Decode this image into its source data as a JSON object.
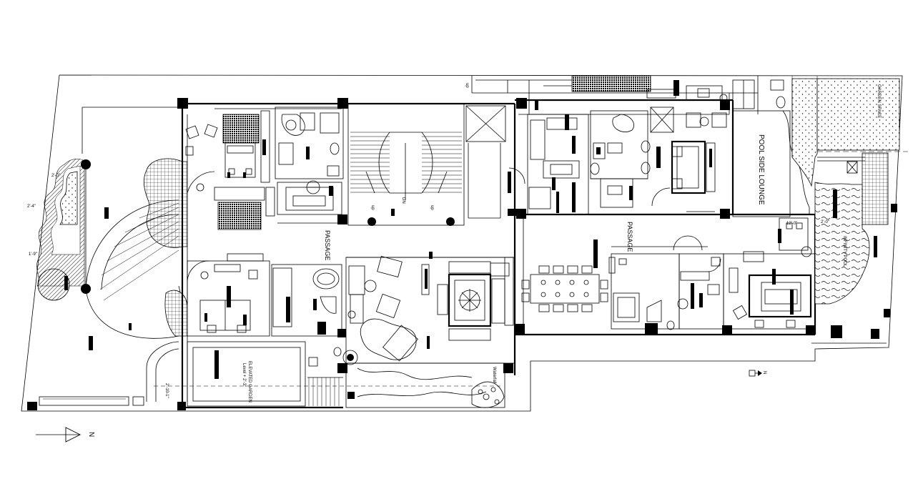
{
  "labels": {
    "passage_left": "PASSAGE",
    "passage_right": "PASSAGE",
    "pool_side_lounge": "POOL SIDE LOUNGE",
    "elevated_garden": "ELEVATED GARDEN",
    "elevated_garden_sub": "Level + 2'-3\"",
    "waterfall": "Waterfall",
    "infinity_pool": "INFINITY POOL",
    "garden_space": "GARDEN SPACE",
    "stair_up_left": "up",
    "stair_dn": "DN",
    "stair_up_right": "up",
    "up_top": "up",
    "north_main": "N",
    "north_small": "N",
    "dim_1": "2'-4\"",
    "dim_2": "1'-9\"",
    "dim_3": "2'-0\"",
    "dim_4": "2'-10-1\"",
    "dim_5": "2'-0\"",
    "dim_6": "12'-0\""
  }
}
